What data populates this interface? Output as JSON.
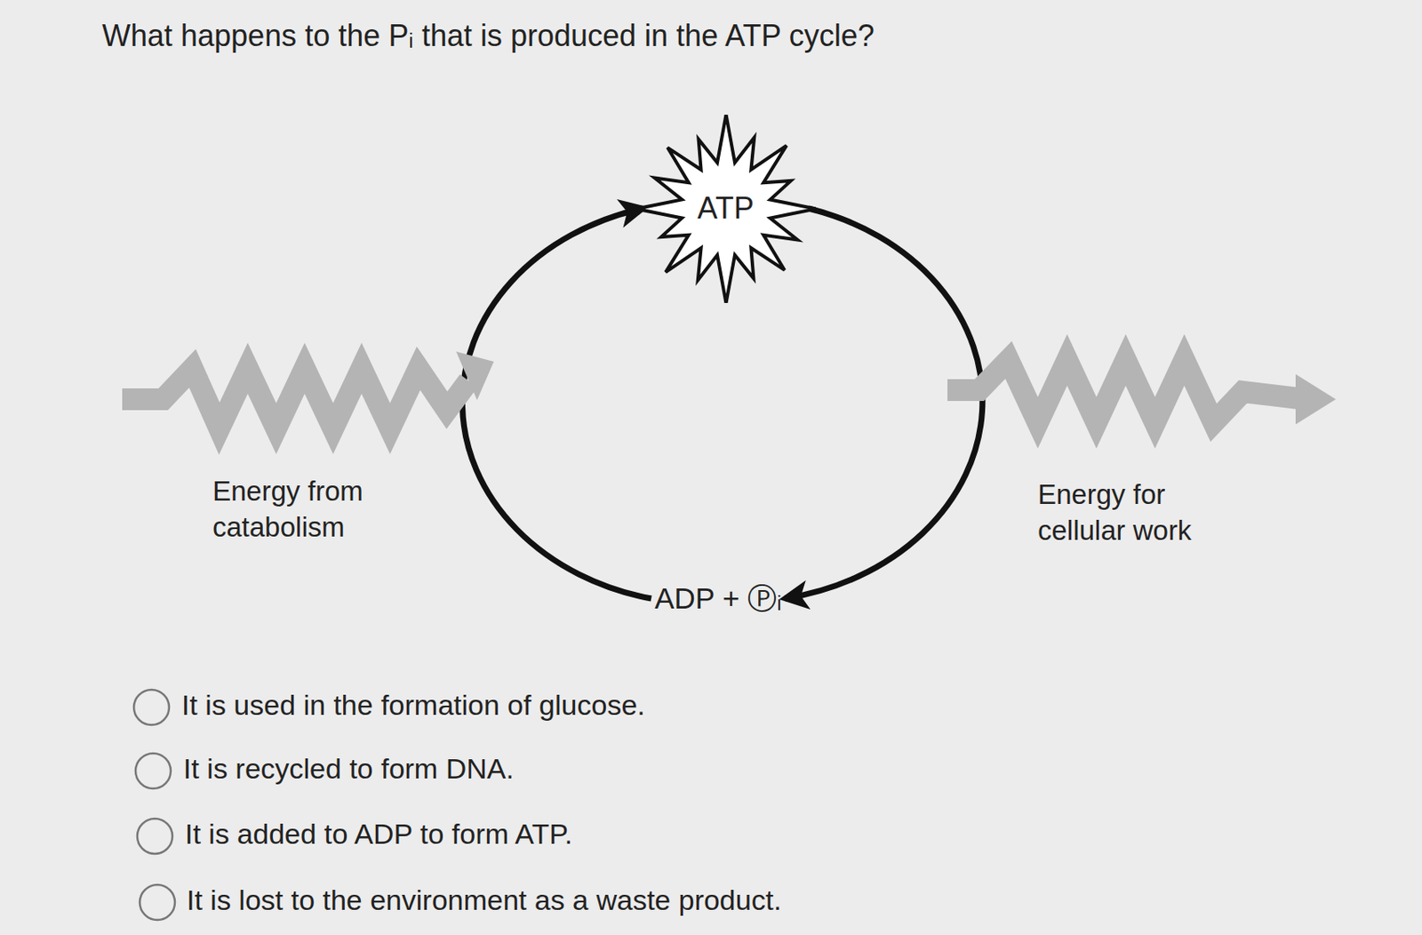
{
  "diagram": {
    "title": "What happens to the Pᵢ that is produced in the ATP cycle?",
    "nodes": [
      {
        "text": [
          "ATP"
        ]
      },
      {
        "text": [
          "ADP + Ⓟᵢ"
        ]
      }
    ],
    "edges": [
      {
        "from": 1,
        "to": 0,
        "arrow": "to"
      },
      {
        "from": 0,
        "to": 1,
        "arrow": "to"
      }
    ],
    "labels": [
      "Energy from catabolism",
      "Energy for cellular work",
      "It is used in the formation of glucose.",
      "It is recycled to form DNA.",
      "It is added to ADP to form ATP.",
      "It is lost to the environment as a waste product."
    ]
  }
}
